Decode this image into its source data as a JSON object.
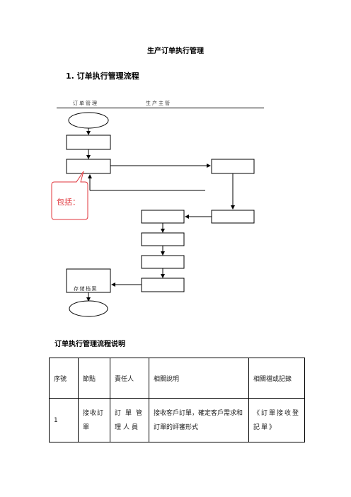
{
  "doc": {
    "title": "生产订单执行管理",
    "section_heading": "1. 订单执行管理流程"
  },
  "flowchart": {
    "header_left": "订单管理",
    "header_right": "生产主管",
    "end_box_label": "存储档案",
    "callout": "包括："
  },
  "description": {
    "heading": "订单执行管理流程说明",
    "columns": [
      "序號",
      "節點",
      "責任人",
      "相關說明",
      "相關檔或記錄"
    ],
    "rows": [
      {
        "seq": "1",
        "node": "接收訂單",
        "responsible": "訂單管理人員",
        "explanation": "接收客戶訂單，確定客戶需求和訂單的評審形式",
        "record": "《訂單接收登記單》"
      }
    ]
  }
}
